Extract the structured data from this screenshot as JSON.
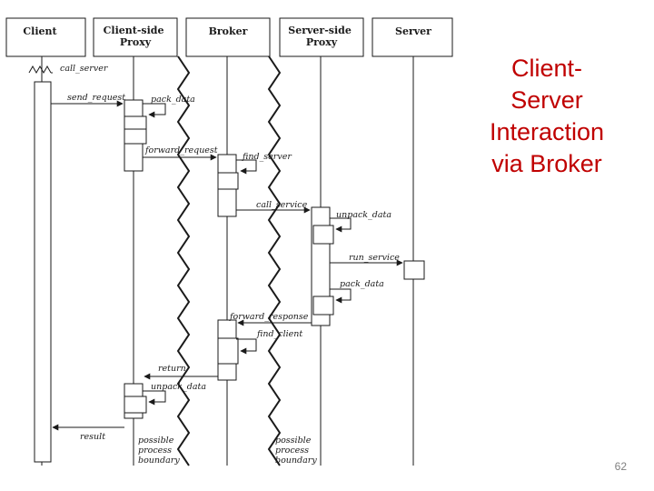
{
  "slide": {
    "title": "Client-\nServer\nInteraction\nvia Broker",
    "page_number": "62"
  },
  "diagram": {
    "participants": [
      "Client",
      "Client-side\nProxy",
      "Broker",
      "Server-side\nProxy",
      "Server"
    ],
    "messages": {
      "call_server": "call_server",
      "send_request": "send_request",
      "pack_data": "pack_data",
      "forward_request": "forward_request",
      "find_server": "find_server",
      "call_service": "call_service",
      "unpack_data_server": "unpack_data",
      "run_service": "run_service",
      "pack_data_server": "pack_data",
      "forward_response": "forward_response",
      "find_client": "find_client",
      "return": "return",
      "unpack_data_client": "unpack_data",
      "result": "result"
    },
    "boundary_label_left": "possible\nprocess\nboundary",
    "boundary_label_right": "possible\nprocess\nboundary"
  }
}
